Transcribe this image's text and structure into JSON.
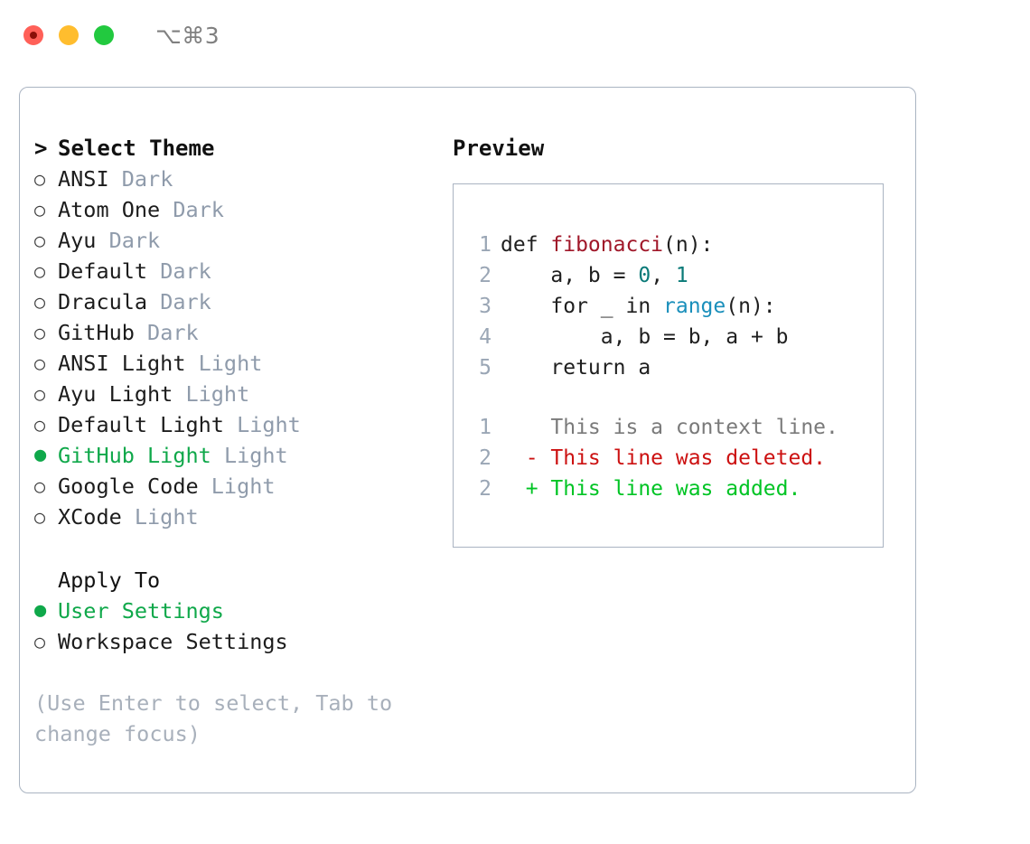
{
  "titlebar": {
    "traffic_lights": [
      "close",
      "minimize",
      "maximize"
    ],
    "shortcut": "⌥⌘3",
    "shortcut_color": "#808080"
  },
  "colors": {
    "accent_green": "#0fa84a",
    "tag_gray": "#8f9bab",
    "hint_gray": "#a8b0bb",
    "border": "#aab4c2",
    "diff_add": "#00c424",
    "diff_del": "#cc1111",
    "diff_ctx": "#7a7a7a",
    "syntax_function": "#a01729",
    "syntax_number": "#0a7a78",
    "syntax_call": "#1a8fbb",
    "lineno": "#9aa6b5"
  },
  "theme_list": {
    "caret": ">",
    "header": "Select Theme",
    "radio_off": "○",
    "radio_on": "●",
    "items": [
      {
        "name": "ANSI",
        "tag": "Dark",
        "selected": false
      },
      {
        "name": "Atom One",
        "tag": "Dark",
        "selected": false
      },
      {
        "name": "Ayu",
        "tag": "Dark",
        "selected": false
      },
      {
        "name": "Default",
        "tag": "Dark",
        "selected": false
      },
      {
        "name": "Dracula",
        "tag": "Dark",
        "selected": false
      },
      {
        "name": "GitHub",
        "tag": "Dark",
        "selected": false
      },
      {
        "name": "ANSI Light",
        "tag": "Light",
        "selected": false
      },
      {
        "name": "Ayu Light",
        "tag": "Light",
        "selected": false
      },
      {
        "name": "Default Light",
        "tag": "Light",
        "selected": false
      },
      {
        "name": "GitHub Light",
        "tag": "Light",
        "selected": true
      },
      {
        "name": "Google Code",
        "tag": "Light",
        "selected": false
      },
      {
        "name": "XCode",
        "tag": "Light",
        "selected": false
      }
    ]
  },
  "apply_to": {
    "header": "Apply To",
    "items": [
      {
        "name": "User Settings",
        "selected": true
      },
      {
        "name": "Workspace Settings",
        "selected": false
      }
    ]
  },
  "hint": {
    "line1": "(Use Enter to select, Tab to",
    "line2": "change focus)"
  },
  "preview": {
    "header": "Preview",
    "code_lines": [
      {
        "no": "1",
        "tokens": [
          {
            "t": "def ",
            "c": "plain"
          },
          {
            "t": "fibonacci",
            "c": "fn"
          },
          {
            "t": "(n):",
            "c": "plain"
          }
        ]
      },
      {
        "no": "2",
        "tokens": [
          {
            "t": "    a, b = ",
            "c": "plain"
          },
          {
            "t": "0",
            "c": "num"
          },
          {
            "t": ", ",
            "c": "plain"
          },
          {
            "t": "1",
            "c": "num"
          }
        ]
      },
      {
        "no": "3",
        "tokens": [
          {
            "t": "    for _ in ",
            "c": "plain"
          },
          {
            "t": "range",
            "c": "call"
          },
          {
            "t": "(n):",
            "c": "plain"
          }
        ]
      },
      {
        "no": "4",
        "tokens": [
          {
            "t": "        a, b = b, a + b",
            "c": "plain"
          }
        ]
      },
      {
        "no": "5",
        "tokens": [
          {
            "t": "    return a",
            "c": "plain"
          }
        ]
      }
    ],
    "diff_lines": [
      {
        "no": "1",
        "sign": " ",
        "text": "This is a context line.",
        "kind": "ctx"
      },
      {
        "no": "2",
        "sign": "-",
        "text": "This line was deleted.",
        "kind": "del"
      },
      {
        "no": "2",
        "sign": "+",
        "text": "This line was added.",
        "kind": "add"
      }
    ]
  }
}
